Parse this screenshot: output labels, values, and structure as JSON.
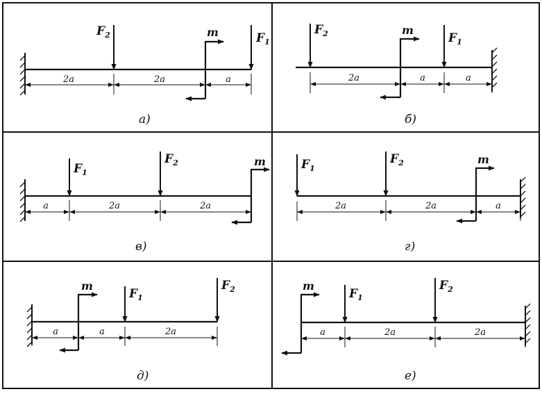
{
  "panels": [
    {
      "caption": "а)",
      "span_labels": [
        "2a",
        "2a",
        "a"
      ],
      "force_labels": [
        {
          "main": "F",
          "sub": "2"
        },
        {
          "main": "F",
          "sub": "1"
        }
      ],
      "moment_label": "m"
    },
    {
      "caption": "б)",
      "span_labels": [
        "2a",
        "a",
        "a"
      ],
      "force_labels": [
        {
          "main": "F",
          "sub": "2"
        },
        {
          "main": "F",
          "sub": "1"
        }
      ],
      "moment_label": "m"
    },
    {
      "caption": "в)",
      "span_labels": [
        "a",
        "2a",
        "2a"
      ],
      "force_labels": [
        {
          "main": "F",
          "sub": "1"
        },
        {
          "main": "F",
          "sub": "2"
        }
      ],
      "moment_label": "m"
    },
    {
      "caption": "г)",
      "span_labels": [
        "2a",
        "2a",
        "a"
      ],
      "force_labels": [
        {
          "main": "F",
          "sub": "1"
        },
        {
          "main": "F",
          "sub": "2"
        }
      ],
      "moment_label": "m"
    },
    {
      "caption": "д)",
      "span_labels": [
        "a",
        "a",
        "2a"
      ],
      "force_labels": [
        {
          "main": "F",
          "sub": "1"
        },
        {
          "main": "F",
          "sub": "2"
        }
      ],
      "moment_label": "m"
    },
    {
      "caption": "е)",
      "span_labels": [
        "a",
        "2a",
        "2a"
      ],
      "force_labels": [
        {
          "main": "F",
          "sub": "1"
        },
        {
          "main": "F",
          "sub": "2"
        }
      ],
      "moment_label": "m"
    }
  ]
}
